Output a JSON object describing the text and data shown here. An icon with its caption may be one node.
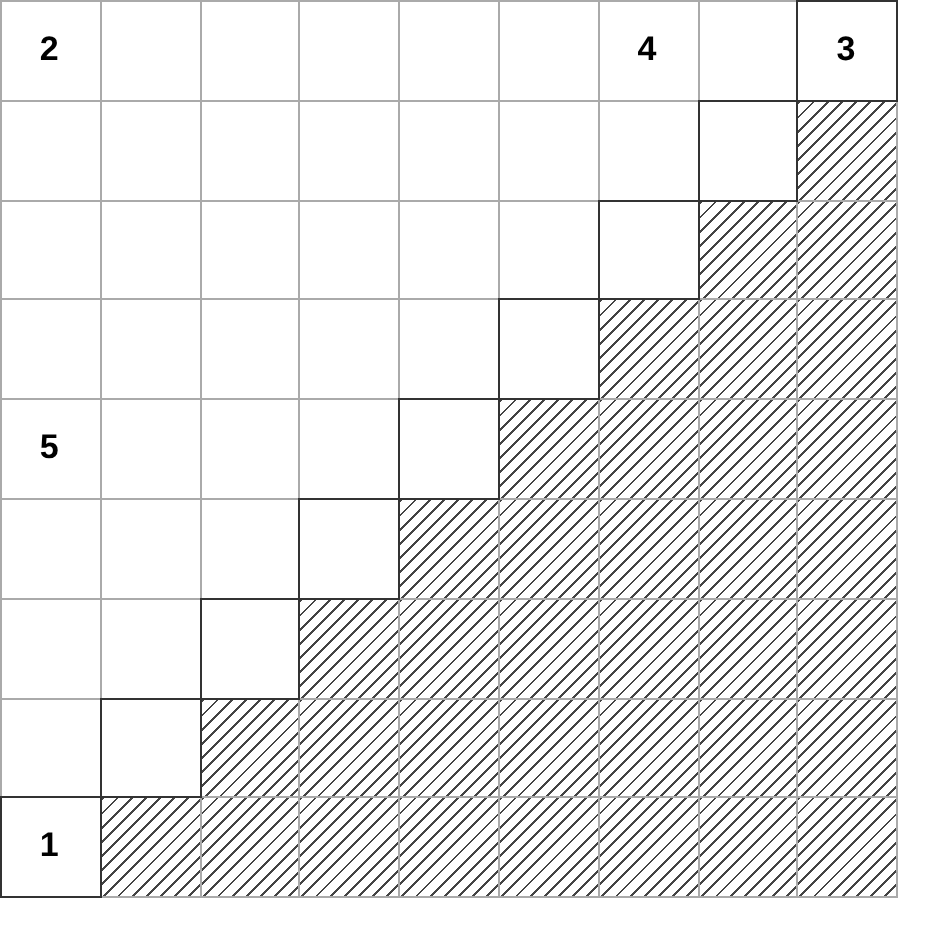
{
  "diagram": {
    "labels": [
      "2",
      "4",
      "3",
      "5",
      "1"
    ]
  }
}
